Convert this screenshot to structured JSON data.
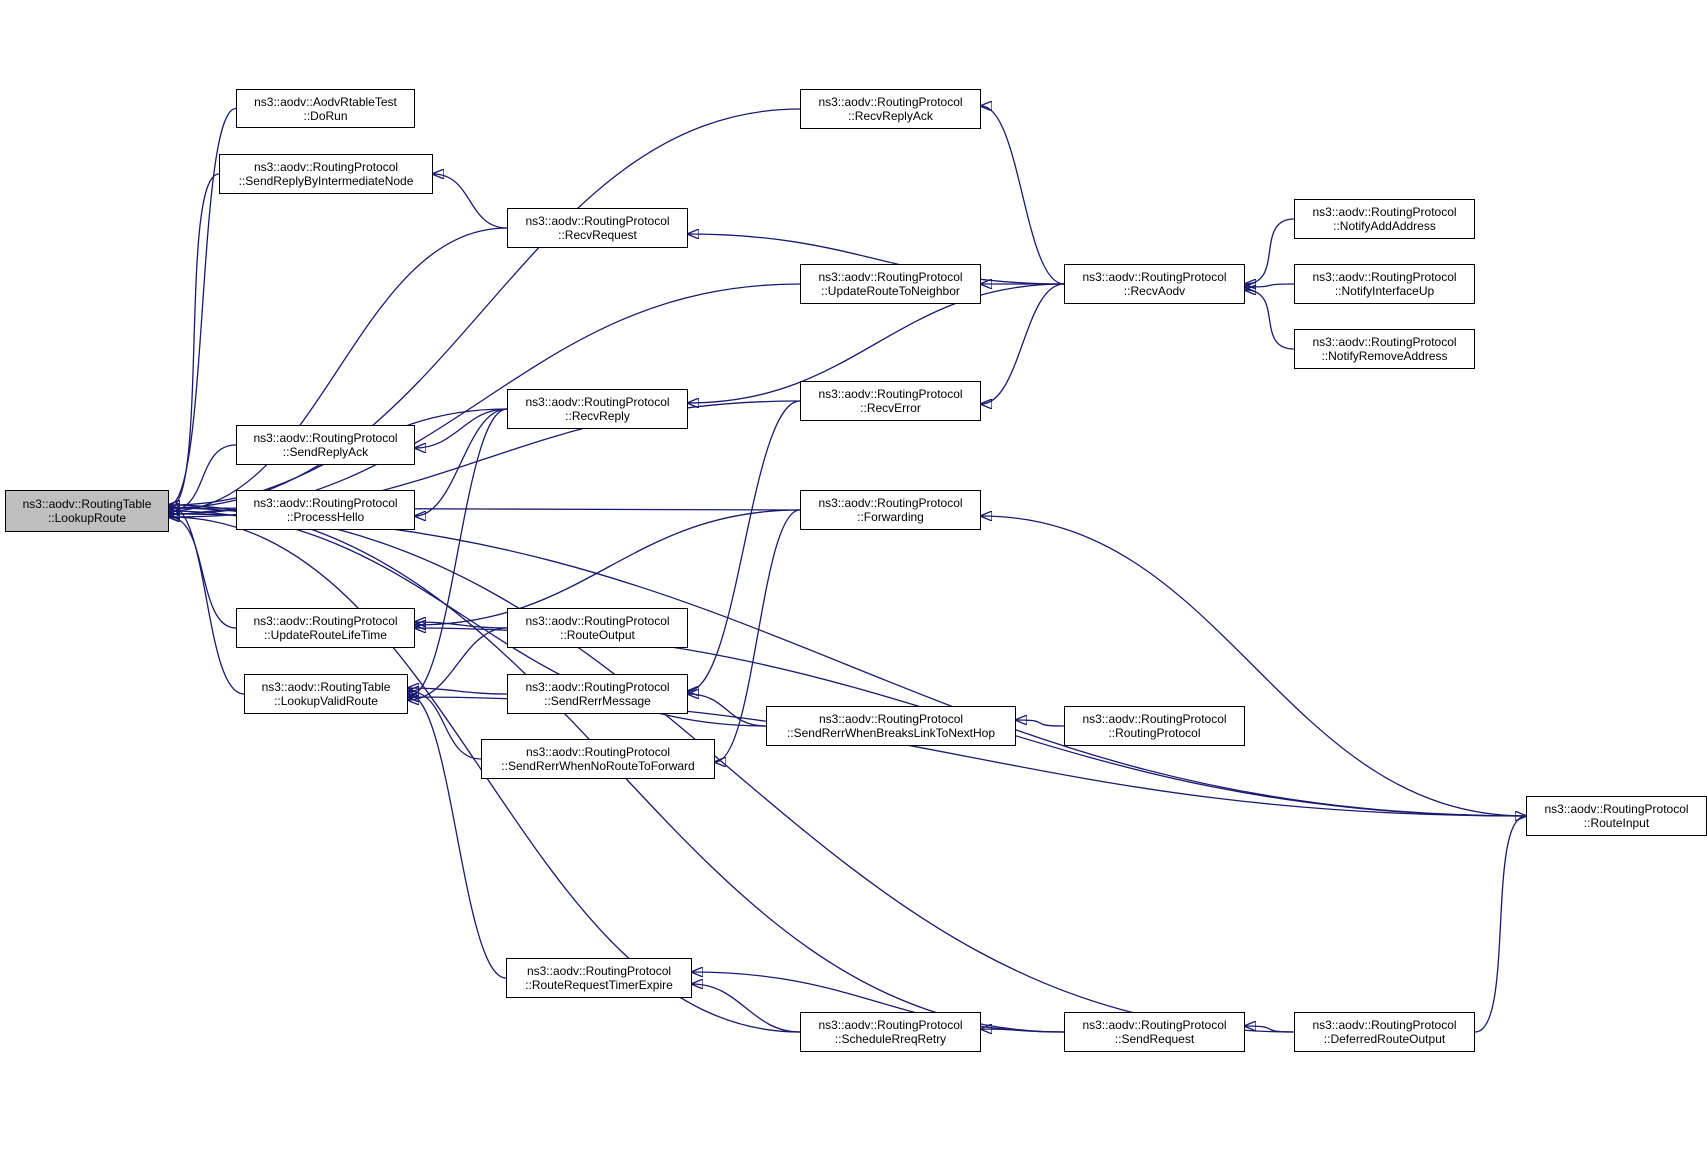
{
  "colors": {
    "edge": "#191970",
    "node_border": "#000000",
    "node_fill": "#ffffff",
    "current_fill": "#bfbfbf"
  },
  "nodes": {
    "lookup_route": [
      "ns3::aodv::RoutingTable",
      "::LookupRoute"
    ],
    "do_run": [
      "ns3::aodv::AodvRtableTest",
      "::DoRun"
    ],
    "send_reply_by_intermediate_node": [
      "ns3::aodv::RoutingProtocol",
      "::SendReplyByIntermediateNode"
    ],
    "send_reply_ack": [
      "ns3::aodv::RoutingProtocol",
      "::SendReplyAck"
    ],
    "process_hello": [
      "ns3::aodv::RoutingProtocol",
      "::ProcessHello"
    ],
    "update_route_life_time": [
      "ns3::aodv::RoutingProtocol",
      "::UpdateRouteLifeTime"
    ],
    "lookup_valid_route": [
      "ns3::aodv::RoutingTable",
      "::LookupValidRoute"
    ],
    "recv_request": [
      "ns3::aodv::RoutingProtocol",
      "::RecvRequest"
    ],
    "recv_reply": [
      "ns3::aodv::RoutingProtocol",
      "::RecvReply"
    ],
    "route_output": [
      "ns3::aodv::RoutingProtocol",
      "::RouteOutput"
    ],
    "send_rerr_message": [
      "ns3::aodv::RoutingProtocol",
      "::SendRerrMessage"
    ],
    "send_rerr_when_no_route_to_forward": [
      "ns3::aodv::RoutingProtocol",
      "::SendRerrWhenNoRouteToForward"
    ],
    "route_request_timer_expire": [
      "ns3::aodv::RoutingProtocol",
      "::RouteRequestTimerExpire"
    ],
    "recv_reply_ack": [
      "ns3::aodv::RoutingProtocol",
      "::RecvReplyAck"
    ],
    "update_route_to_neighbor": [
      "ns3::aodv::RoutingProtocol",
      "::UpdateRouteToNeighbor"
    ],
    "recv_error": [
      "ns3::aodv::RoutingProtocol",
      "::RecvError"
    ],
    "forwarding": [
      "ns3::aodv::RoutingProtocol",
      "::Forwarding"
    ],
    "send_rerr_when_breaks_link_to_next_hop": [
      "ns3::aodv::RoutingProtocol",
      "::SendRerrWhenBreaksLinkToNextHop"
    ],
    "schedule_rreq_retry": [
      "ns3::aodv::RoutingProtocol",
      "::ScheduleRreqRetry"
    ],
    "recv_aodv": [
      "ns3::aodv::RoutingProtocol",
      "::RecvAodv"
    ],
    "send_request": [
      "ns3::aodv::RoutingProtocol",
      "::SendRequest"
    ],
    "routing_protocol": [
      "ns3::aodv::RoutingProtocol",
      "::RoutingProtocol"
    ],
    "notify_add_address": [
      "ns3::aodv::RoutingProtocol",
      "::NotifyAddAddress"
    ],
    "notify_interface_up": [
      "ns3::aodv::RoutingProtocol",
      "::NotifyInterfaceUp"
    ],
    "notify_remove_address": [
      "ns3::aodv::RoutingProtocol",
      "::NotifyRemoveAddress"
    ],
    "deferred_route_output": [
      "ns3::aodv::RoutingProtocol",
      "::DeferredRouteOutput"
    ],
    "route_input": [
      "ns3::aodv::RoutingProtocol",
      "::RouteInput"
    ]
  },
  "edges": [
    {
      "from": "do_run",
      "to": "lookup_route"
    },
    {
      "from": "send_reply_by_intermediate_node",
      "to": "lookup_route"
    },
    {
      "from": "send_reply_ack",
      "to": "lookup_route"
    },
    {
      "from": "process_hello",
      "to": "lookup_route"
    },
    {
      "from": "update_route_life_time",
      "to": "lookup_route"
    },
    {
      "from": "lookup_valid_route",
      "to": "lookup_route"
    },
    {
      "from": "recv_reply_ack",
      "to": "lookup_route"
    },
    {
      "from": "recv_request",
      "to": "lookup_route"
    },
    {
      "from": "update_route_to_neighbor",
      "to": "lookup_route"
    },
    {
      "from": "recv_error",
      "to": "lookup_route"
    },
    {
      "from": "recv_reply",
      "to": "lookup_route"
    },
    {
      "from": "forwarding",
      "to": "lookup_route"
    },
    {
      "from": "send_rerr_when_breaks_link_to_next_hop",
      "to": "lookup_route"
    },
    {
      "from": "route_input",
      "to": "lookup_route"
    },
    {
      "from": "schedule_rreq_retry",
      "to": "lookup_route"
    },
    {
      "from": "send_request",
      "to": "lookup_route"
    },
    {
      "from": "deferred_route_output",
      "to": "lookup_route"
    },
    {
      "from": "recv_request",
      "to": "send_reply_by_intermediate_node"
    },
    {
      "from": "recv_reply",
      "to": "send_reply_ack"
    },
    {
      "from": "recv_reply",
      "to": "process_hello"
    },
    {
      "from": "route_output",
      "to": "update_route_life_time"
    },
    {
      "from": "forwarding",
      "to": "update_route_life_time"
    },
    {
      "from": "route_input",
      "to": "update_route_life_time"
    },
    {
      "from": "recv_reply",
      "to": "lookup_valid_route"
    },
    {
      "from": "route_output",
      "to": "lookup_valid_route"
    },
    {
      "from": "send_rerr_message",
      "to": "lookup_valid_route"
    },
    {
      "from": "send_rerr_when_no_route_to_forward",
      "to": "lookup_valid_route"
    },
    {
      "from": "route_request_timer_expire",
      "to": "lookup_valid_route"
    },
    {
      "from": "route_input",
      "to": "lookup_valid_route"
    },
    {
      "from": "recv_aodv",
      "to": "recv_request"
    },
    {
      "from": "recv_aodv",
      "to": "recv_reply"
    },
    {
      "from": "recv_error",
      "to": "send_rerr_message"
    },
    {
      "from": "send_rerr_when_breaks_link_to_next_hop",
      "to": "send_rerr_message"
    },
    {
      "from": "forwarding",
      "to": "send_rerr_when_no_route_to_forward"
    },
    {
      "from": "schedule_rreq_retry",
      "to": "route_request_timer_expire"
    },
    {
      "from": "send_request",
      "to": "route_request_timer_expire"
    },
    {
      "from": "recv_aodv",
      "to": "recv_reply_ack"
    },
    {
      "from": "recv_aodv",
      "to": "update_route_to_neighbor"
    },
    {
      "from": "recv_aodv",
      "to": "recv_error"
    },
    {
      "from": "route_input",
      "to": "forwarding"
    },
    {
      "from": "routing_protocol",
      "to": "send_rerr_when_breaks_link_to_next_hop"
    },
    {
      "from": "send_request",
      "to": "schedule_rreq_retry"
    },
    {
      "from": "notify_add_address",
      "to": "recv_aodv"
    },
    {
      "from": "notify_interface_up",
      "to": "recv_aodv"
    },
    {
      "from": "notify_remove_address",
      "to": "recv_aodv"
    },
    {
      "from": "deferred_route_output",
      "to": "send_request"
    },
    {
      "from": "deferred_route_output",
      "to": "route_input"
    }
  ]
}
